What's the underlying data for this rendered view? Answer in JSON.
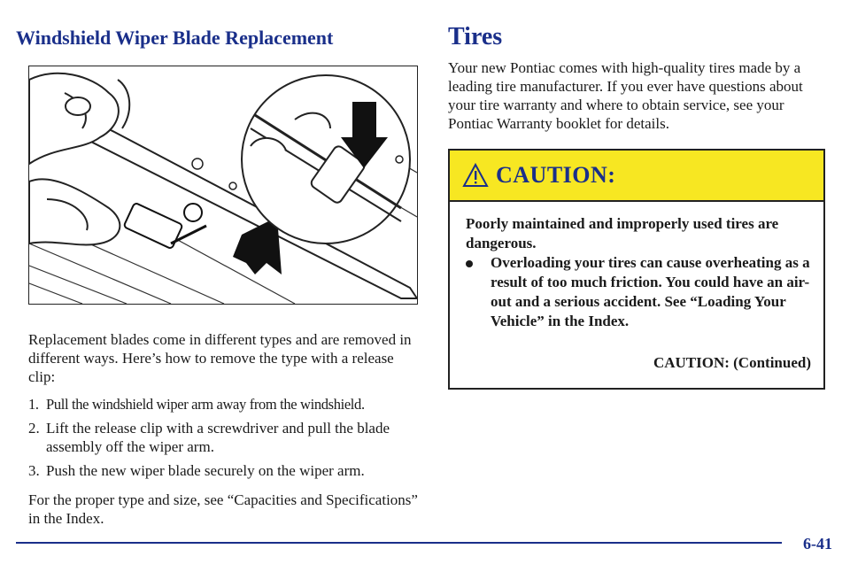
{
  "left": {
    "title": "Windshield Wiper Blade Replacement",
    "intro": "Replacement blades come in different types and are removed in different ways. Here’s how to remove the type with a release clip:",
    "steps": [
      {
        "num": "1.",
        "text": "Pull the windshield wiper arm away from the windshield."
      },
      {
        "num": "2.",
        "text": "Lift the release clip with a screwdriver and pull the blade assembly off the wiper arm."
      },
      {
        "num": "3.",
        "text": "Push the new wiper blade securely on the wiper arm."
      }
    ],
    "capacity_note": "For the proper type and size, see “Capacities and Specifications” in the Index."
  },
  "right": {
    "title": "Tires",
    "intro": "Your new Pontiac comes with high-quality tires made by a leading tire manufacturer. If you ever have questions about your tire warranty and where to obtain service, see your Pontiac Warranty booklet for details.",
    "caution": {
      "title": "CAUTION:",
      "lead": "Poorly maintained and improperly used tires are dangerous.",
      "bullet": "Overloading your tires can cause overheating as a result of too much friction. You could have an air-out and a serious accident. See “Loading Your Vehicle” in the Index.",
      "continued": "CAUTION: (Continued)"
    }
  },
  "footer": {
    "page_number": "6-41"
  },
  "colors": {
    "heading": "#1a2f8a",
    "caution_banner": "#f7e722",
    "rule": "#1a2f8a"
  }
}
